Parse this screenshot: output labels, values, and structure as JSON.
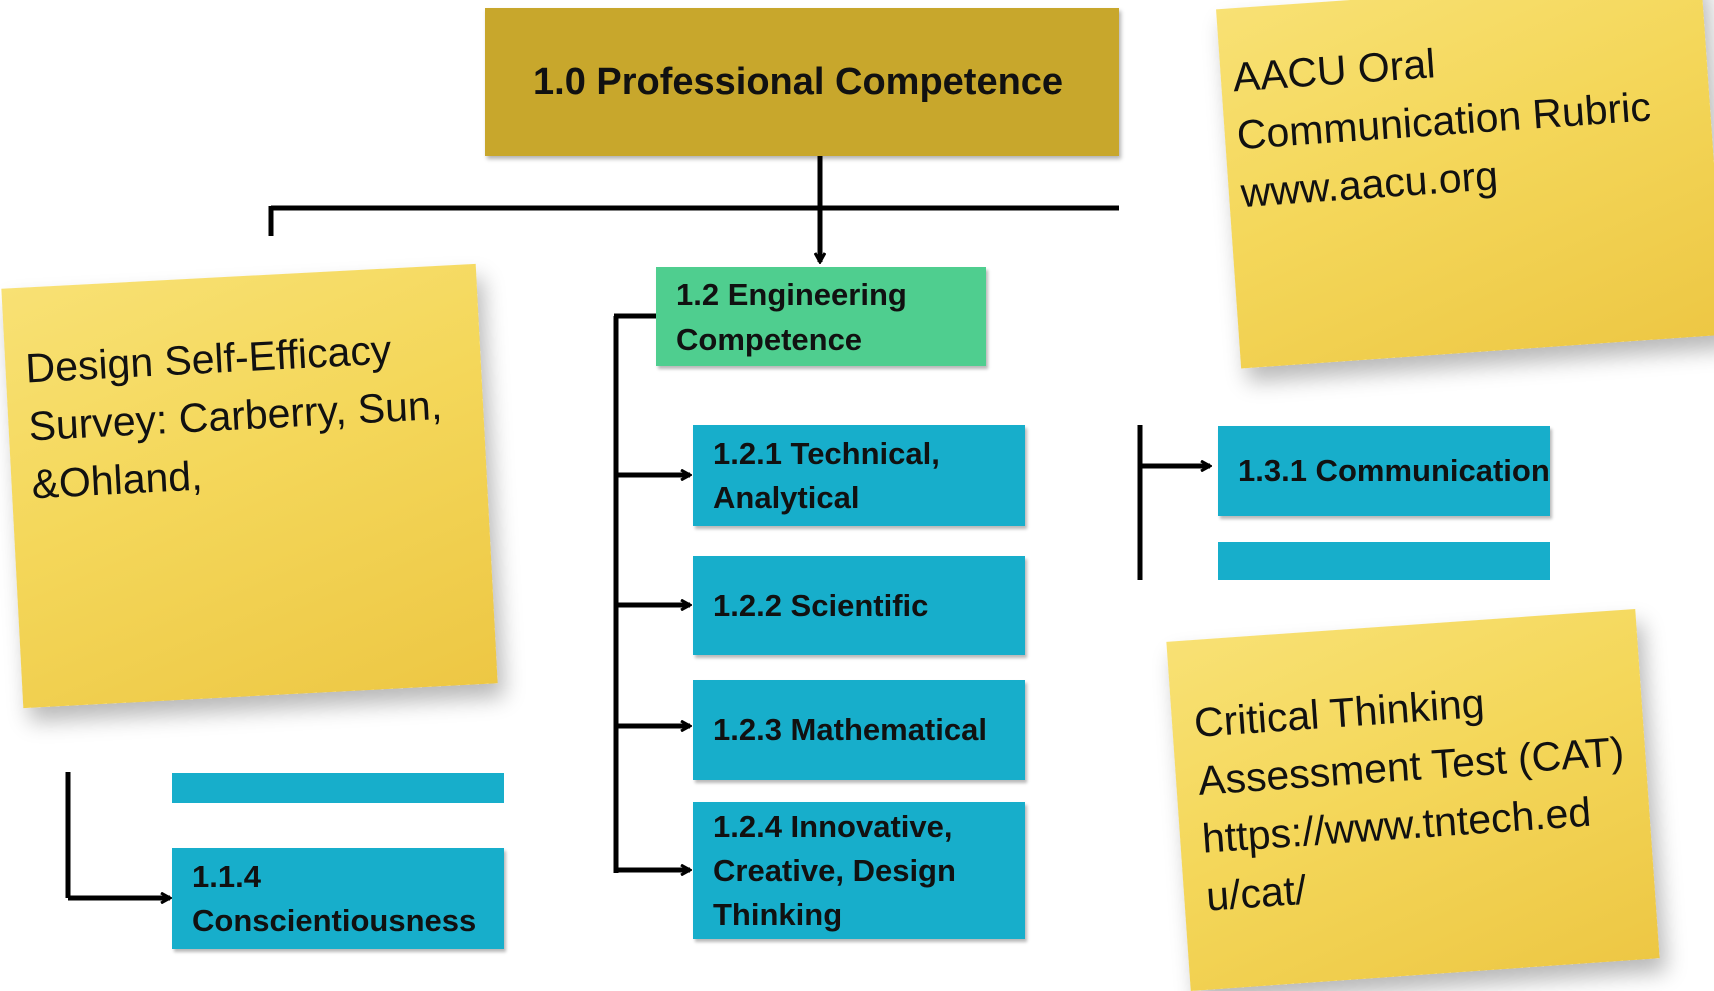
{
  "diagram": {
    "root": "1.0 Professional Competence",
    "engineering": "1.2 Engineering Competence",
    "eng_items": [
      "1.2.1 Technical, Analytical",
      "1.2.2 Scientific",
      "1.2.3 Mathematical",
      "1.2.4 Innovative, Creative, Design Thinking"
    ],
    "communication": "1.3.1 Communication",
    "conscientiousness": "1.1.4 Conscientiousness"
  },
  "notes": {
    "aacu": "AACU Oral\nCommunication Rubric\nwww.aacu.org",
    "design": "Design Self-Efficacy\nSurvey: Carberry, Sun,\n&Ohland,",
    "cat": "Critical Thinking\nAssessment Test (CAT)\nhttps://www.tntech.ed\nu/cat/"
  },
  "colors": {
    "root": "#c8a72c",
    "engineering": "#4fce8f",
    "sub_items": "#17aecb",
    "sticky_note": "#f4d75a"
  }
}
